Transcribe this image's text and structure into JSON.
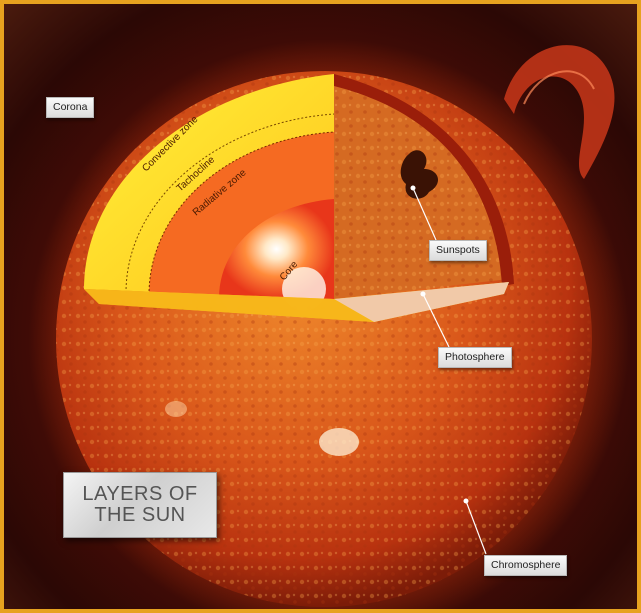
{
  "title": {
    "line1": "LAYERS OF",
    "line2": "THE SUN"
  },
  "labels": {
    "corona": "Corona",
    "sunspots": "Sunspots",
    "photosphere": "Photosphere",
    "chromosphere": "Chromosphere"
  },
  "zones": {
    "convective": "Convective zone",
    "tachocline": "Tachocline",
    "radiative": "Radiative zone",
    "core": "Core"
  },
  "colors": {
    "frame": "#e7a21f",
    "photosphere": "#d9561a",
    "convective": "#ffe01a",
    "radiative": "#f04a1c",
    "core": "#fff6e0"
  }
}
